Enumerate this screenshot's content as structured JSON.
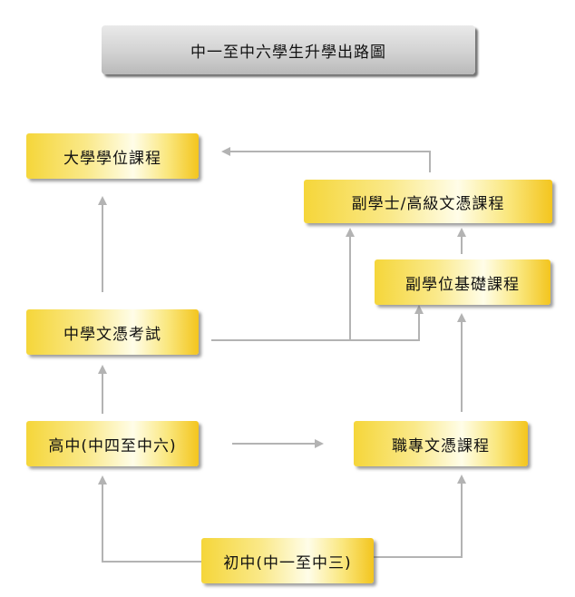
{
  "title": "中一至中六學生升學出路圖",
  "nodes": {
    "degree": "大學學位課程",
    "sub_degree": "副學士/高級文憑課程",
    "foundation": "副學位基礎課程",
    "dse": "中學文憑考試",
    "senior": "高中(中四至中六)",
    "vocational": "職專文憑課程",
    "junior": "初中(中一至中三)"
  },
  "colors": {
    "node_fill": "#f5d63a",
    "node_highlight": "#fffde8",
    "title_fill": "#d2d2d2",
    "connector": "#b3b3b3"
  }
}
